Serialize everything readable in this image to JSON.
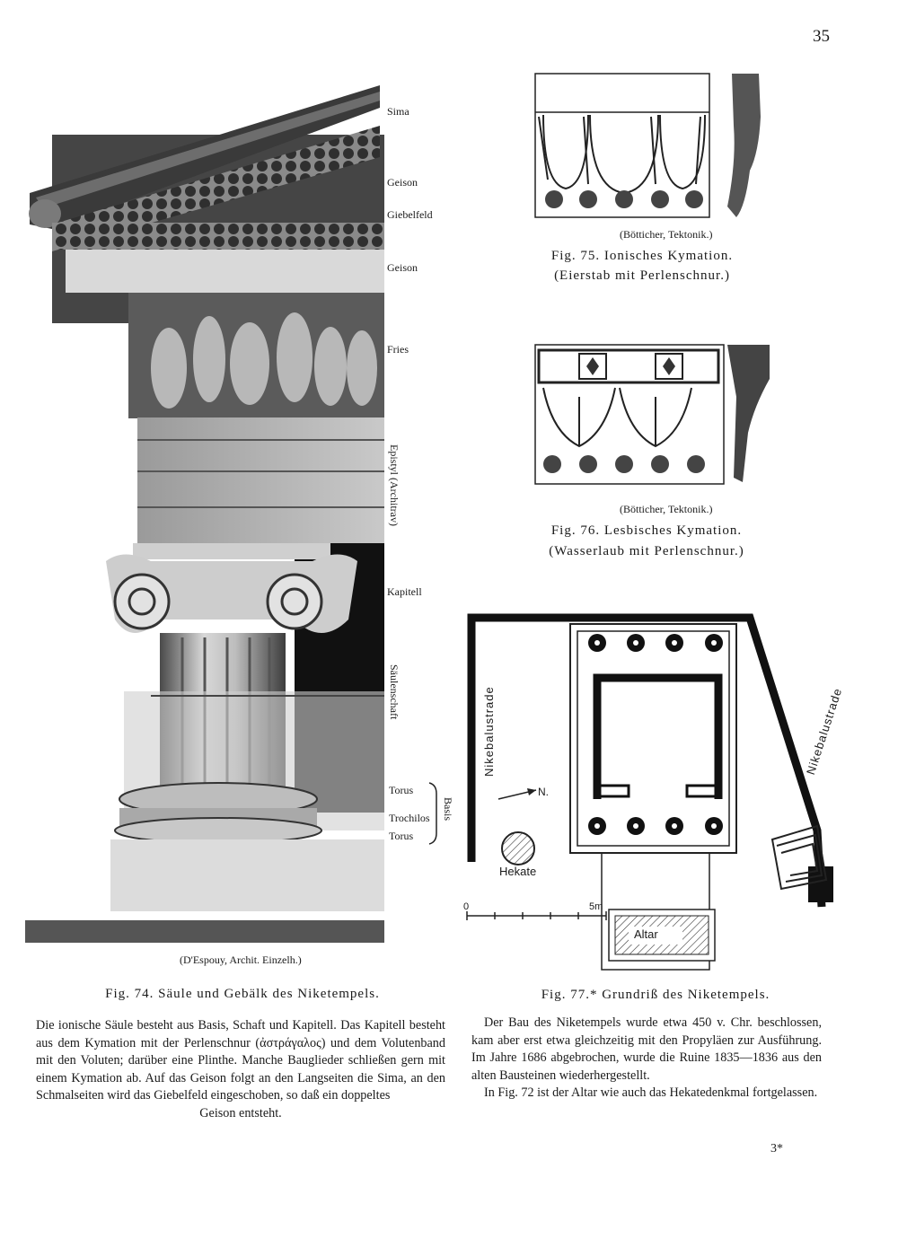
{
  "page_number": "35",
  "fig74": {
    "labels": {
      "sima": "Sima",
      "geison_top": "Geison",
      "giebelfeld": "Giebelfeld",
      "geison": "Geison",
      "fries": "Fries",
      "epistyl": "Epistyl (Architrav)",
      "kapitell": "Kapitell",
      "saeulenschaft": "Säulenschaft",
      "torus_top": "Torus",
      "trochilos": "Trochilos",
      "torus_bottom": "Torus",
      "basis": "Basis"
    },
    "credit": "(D'Espouy, Archit. Einzelh.)",
    "caption": "Fig. 74. Säule und Gebälk des Niketempels."
  },
  "fig75": {
    "credit": "(Bötticher, Tektonik.)",
    "caption_line1": "Fig. 75. Ionisches Kymation.",
    "caption_line2": "(Eierstab mit Perlenschnur.)"
  },
  "fig76": {
    "credit": "(Bötticher, Tektonik.)",
    "caption_line1": "Fig. 76. Lesbisches Kymation.",
    "caption_line2": "(Wasserlaub mit Perlenschnur.)"
  },
  "fig77": {
    "label_left": "Nikebalustrade",
    "label_right": "Nikebalustrade",
    "north": "N.",
    "hekate": "Hekate",
    "scale_start": "0",
    "scale_end": "5m",
    "altar": "Altar",
    "caption": "Fig. 77.* Grundriß des Niketempels."
  },
  "text_left": "Die ionische Säule besteht aus Basis, Schaft und Kapitell. Das Kapitell besteht aus dem Kymation mit der Perlenschnur (ἀστράγαλος) und dem Volutenband mit den Voluten; darüber eine Plinthe. Manche Bauglieder schließen gern mit einem Kymation ab. Auf das Geison folgt an den Langseiten die Sima, an den Schmalseiten wird das Giebelfeld eingeschoben, so daß ein doppeltes",
  "text_left_last": "Geison entsteht.",
  "text_right_p1": "Der Bau des Niketempels wurde etwa 450 v. Chr. beschlossen, kam aber erst etwa gleichzeitig mit den Propyläen zur Ausführung. Im Jahre 1686 abgebrochen, wurde die Ruine 1835—1836 aus den alten Bausteinen wiederhergestellt.",
  "text_right_p2": "In Fig. 72 ist der Altar wie auch das Hekatedenkmal fortgelassen.",
  "signature_mark": "3*"
}
